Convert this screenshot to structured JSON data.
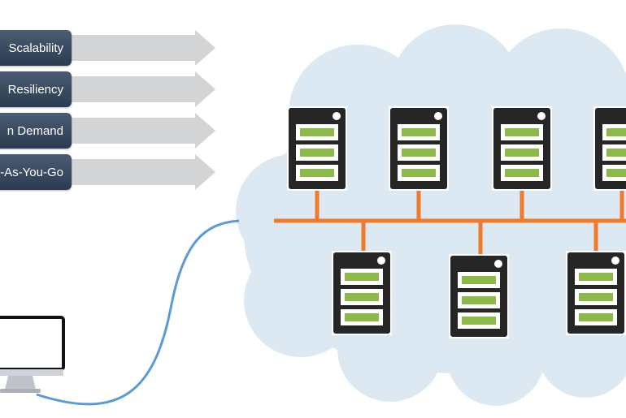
{
  "benefits": [
    {
      "label": "Scalability"
    },
    {
      "label": "Resiliency"
    },
    {
      "label": "n Demand"
    },
    {
      "label": "y-As-You-Go"
    }
  ],
  "colors": {
    "label_bg": "#34455a",
    "arrow": "#d3d4d6",
    "cloud": "#dce8f2",
    "server_body": "#262626",
    "server_led": "#8cba4a",
    "network_bus": "#f07a2c",
    "cable": "#5b9bd5"
  },
  "servers": {
    "top_row": 4,
    "bottom_row": 3
  }
}
